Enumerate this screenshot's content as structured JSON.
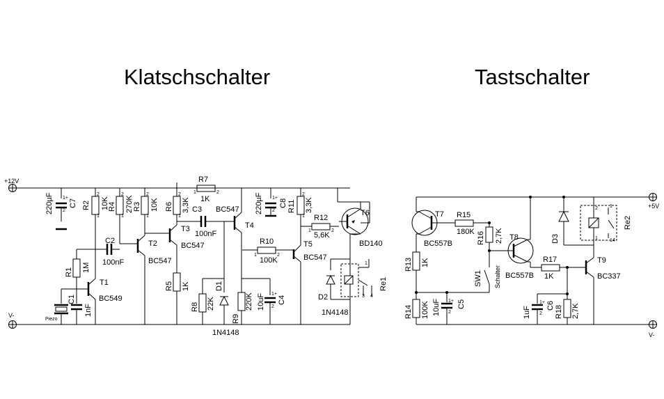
{
  "titles": {
    "left": "Klatschschalter",
    "right": "Tastschalter"
  },
  "rails": {
    "plus12": "+12V",
    "vminus_left": "V-",
    "plus5": "+5V",
    "vminus_right": "V-"
  },
  "klatsch": {
    "C7": {
      "name": "C7",
      "value": "220µF"
    },
    "R2": {
      "name": "R2",
      "value": "10K"
    },
    "R4": {
      "name": "R4",
      "value": "270K"
    },
    "R3": {
      "name": "R3",
      "value": "10K"
    },
    "R6": {
      "name": "R6",
      "value": "3,3K"
    },
    "R7": {
      "name": "R7",
      "value": "1K"
    },
    "C3": {
      "name": "C3",
      "value": "100nF"
    },
    "C2": {
      "name": "C2",
      "value": "100nF"
    },
    "C8": {
      "name": "C8",
      "value": "220µF"
    },
    "R11": {
      "name": "R11",
      "value": "3,3K"
    },
    "R12": {
      "name": "R12",
      "value": "5,6K"
    },
    "R1": {
      "name": "R1",
      "value": "1M"
    },
    "C1": {
      "name": "C1",
      "value": "Piezo"
    },
    "C1b": {
      "name": "C1",
      "value": "1nF"
    },
    "R5": {
      "name": "R5",
      "value": "1K"
    },
    "R8": {
      "name": "R8",
      "value": "22K"
    },
    "D1": {
      "name": "D1",
      "value": "1N4148"
    },
    "R9": {
      "name": "R9",
      "value": "220K"
    },
    "C4": {
      "name": "C4",
      "value": "10uF"
    },
    "R10": {
      "name": "R10",
      "value": "100K"
    },
    "D2": {
      "name": "D2",
      "value": "1N4148"
    },
    "Re1": {
      "name": "Re1"
    },
    "T1": {
      "name": "T1",
      "type": "BC549"
    },
    "T2": {
      "name": "T2",
      "type": "BC547"
    },
    "T3": {
      "name": "T3",
      "type": "BC547"
    },
    "T4": {
      "name": "T4",
      "type": "BC547"
    },
    "T5": {
      "name": "T5",
      "type": "BC547"
    },
    "T6": {
      "name": "T6",
      "type": "BD140"
    }
  },
  "tast": {
    "T7": {
      "name": "T7",
      "type": "BC557B"
    },
    "R15": {
      "name": "R15",
      "value": "180K"
    },
    "R16": {
      "name": "R16",
      "value": "2,7K"
    },
    "T8": {
      "name": "T8",
      "type": "BC557B"
    },
    "D3": {
      "name": "D3"
    },
    "Re2": {
      "name": "Re2"
    },
    "R13": {
      "name": "R13",
      "value": "1K"
    },
    "SW1": {
      "name": "SW1",
      "value": "Schalter"
    },
    "R17": {
      "name": "R17",
      "value": "1K"
    },
    "T9": {
      "name": "T9",
      "type": "BC337"
    },
    "R14": {
      "name": "R14",
      "value": "100K"
    },
    "C5": {
      "name": "C5",
      "value": "10uF"
    },
    "C6": {
      "name": "C6",
      "value": "1uF"
    },
    "R18": {
      "name": "R18",
      "value": "2,7K"
    }
  }
}
